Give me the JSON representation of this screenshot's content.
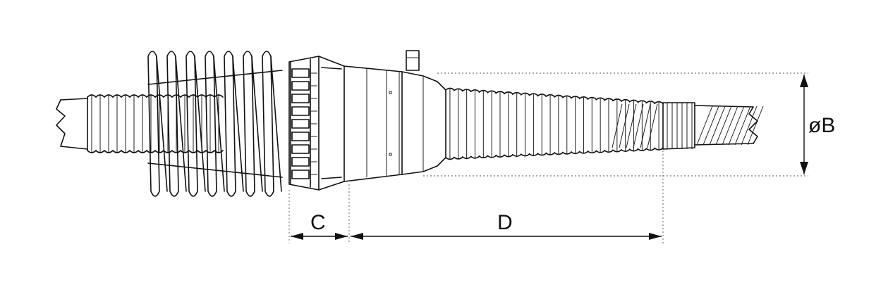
{
  "labels": {
    "dim_b": "øB",
    "dim_c": "C",
    "dim_d": "D"
  }
}
